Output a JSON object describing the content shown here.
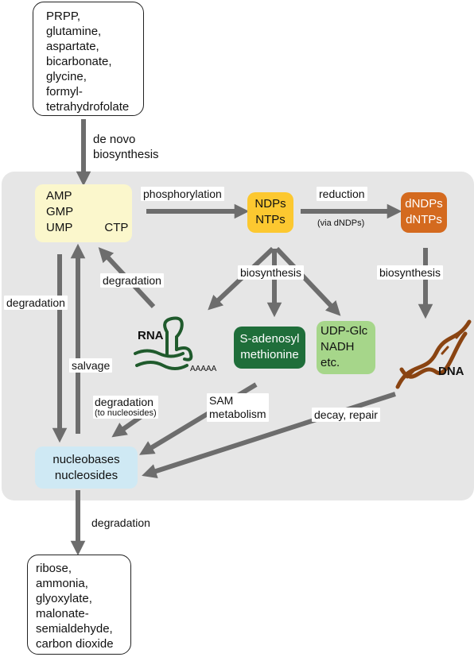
{
  "inputs": [
    "PRPP,",
    "glutamine,",
    "aspartate,",
    "bicarbonate,",
    "glycine,",
    "formyl-",
    "tetrahydrofolate"
  ],
  "outputs": [
    "ribose,",
    "ammonia,",
    "glyoxylate,",
    "malonate-",
    "semialdehyde,",
    "carbon dioxide"
  ],
  "nodes": {
    "nmp": [
      "AMP",
      "GMP",
      "UMP",
      "CTP"
    ],
    "ndp": [
      "NDPs",
      "NTPs"
    ],
    "dndp": [
      "dNDPs",
      "dNTPs"
    ],
    "sam": [
      "S-adenosyl",
      "methionine"
    ],
    "udp": [
      "UDP-Glc",
      "NADH",
      "etc."
    ],
    "nucleosides": [
      "nucleobases",
      "nucleosides"
    ],
    "rna": "RNA",
    "poly_a": "AAAAA",
    "dna": "DNA"
  },
  "labels": {
    "de_novo": [
      "de novo",
      "biosynthesis"
    ],
    "phosphorylation": "phosphorylation",
    "reduction": "reduction",
    "via_dndps": "(via dNDPs)",
    "biosynthesis_center": "biosynthesis",
    "biosynthesis_right": "biosynthesis",
    "degradation_rna": "degradation",
    "degradation_left": "degradation",
    "salvage": "salvage",
    "degradation_nucleosides": "degradation",
    "to_nucleosides": "(to nucleosides)",
    "sam_metabolism": [
      "SAM",
      "metabolism"
    ],
    "decay_repair": "decay, repair",
    "degradation_bottom": "degradation"
  },
  "colors": {
    "panel": "#e6e6e6",
    "nmp": "#fbf7cc",
    "ndp": "#fcc830",
    "dndp": "#d46a1f",
    "sam": "#1f6e3a",
    "udp": "#a6d68a",
    "nucleosides": "#cfe9f4",
    "arrow": "#6d6d6d",
    "rna": "#1f5a2c",
    "dna": "#8a4412"
  }
}
